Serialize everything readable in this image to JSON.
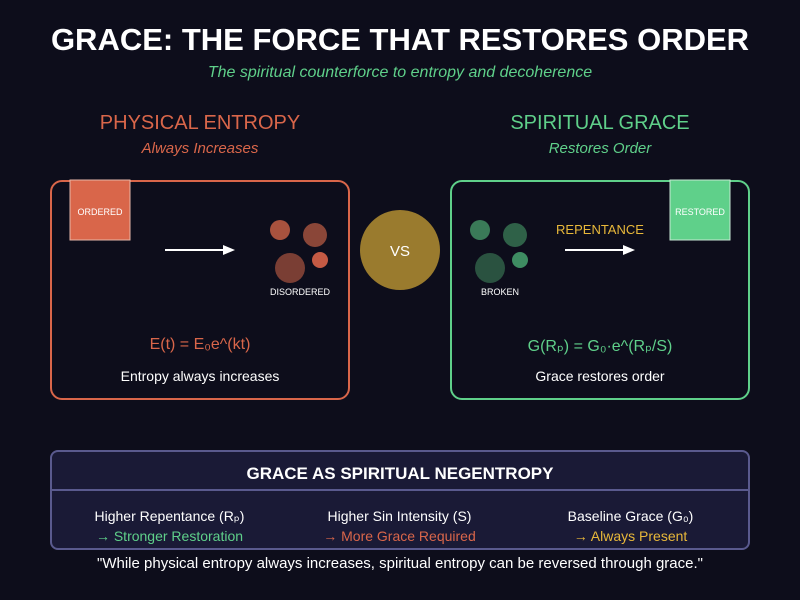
{
  "title": "GRACE: THE FORCE THAT RESTORES ORDER",
  "subtitle": "The spiritual counterforce to entropy and decoherence",
  "left": {
    "heading": "PHYSICAL ENTROPY",
    "subheading": "Always Increases",
    "ordered_label": "ORDERED",
    "disordered_label": "DISORDERED",
    "formula": "E(t) = E₀e^(kt)",
    "caption": "Entropy always increases",
    "color": "#d9664a"
  },
  "vs": "VS",
  "right": {
    "heading": "SPIRITUAL GRACE",
    "subheading": "Restores Order",
    "broken_label": "BROKEN",
    "arrow_label": "REPENTANCE",
    "restored_label": "RESTORED",
    "formula": "G(Rₚ) = G₀·e^(Rₚ/S)",
    "caption": "Grace restores order",
    "color": "#5fd08a"
  },
  "summary": {
    "title": "GRACE AS SPIRITUAL NEGENTROPY",
    "items": [
      {
        "label": "Higher Repentance (Rₚ)",
        "effect": "→ Stronger Restoration",
        "color": "#5fd08a"
      },
      {
        "label": "Higher Sin Intensity (S)",
        "effect": "→ More Grace Required",
        "color": "#d9664a"
      },
      {
        "label": "Baseline Grace (G₀)",
        "effect": "→ Always Present",
        "color": "#e8b83a"
      }
    ]
  },
  "quote": "\"While physical entropy always increases, spiritual entropy can be reversed through grace.\""
}
